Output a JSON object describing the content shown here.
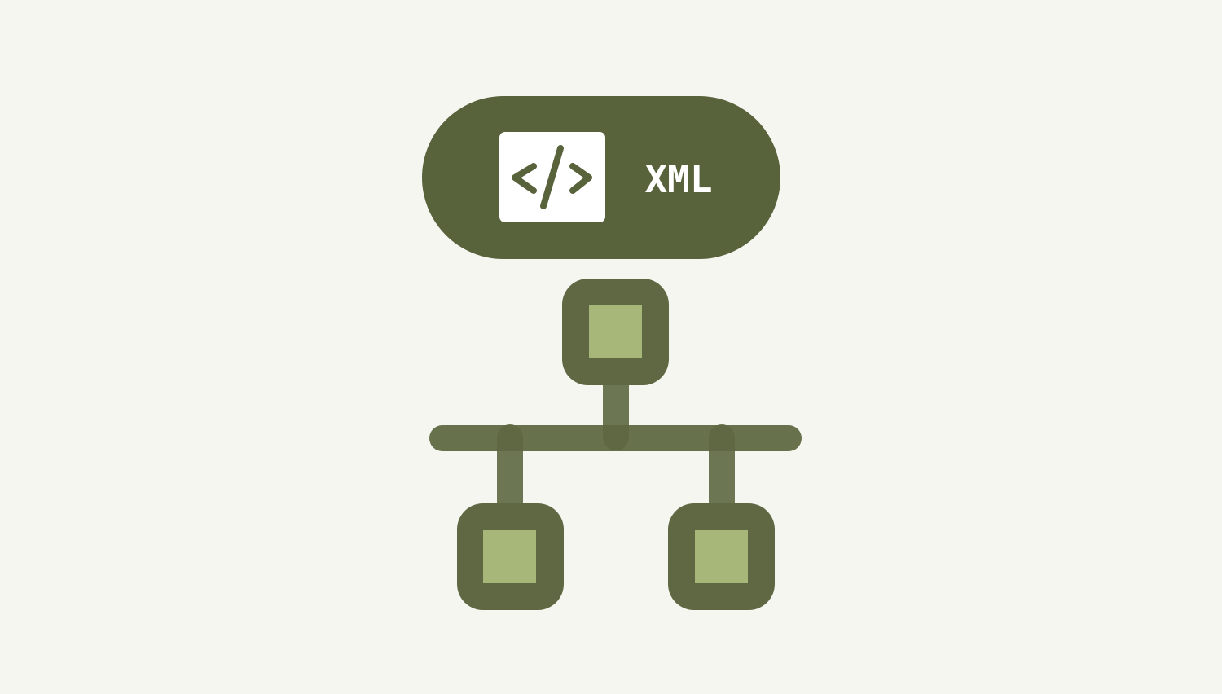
{
  "badge": {
    "label": "XML",
    "icon": "code-icon"
  },
  "tree": {
    "icon": "hierarchy-icon",
    "nodes": [
      "root-node",
      "left-child-node",
      "right-child-node"
    ]
  },
  "colors": {
    "background": "#f6f6f1",
    "dark_green": "#58623b",
    "light_green": "#a4b473",
    "white": "#ffffff"
  }
}
